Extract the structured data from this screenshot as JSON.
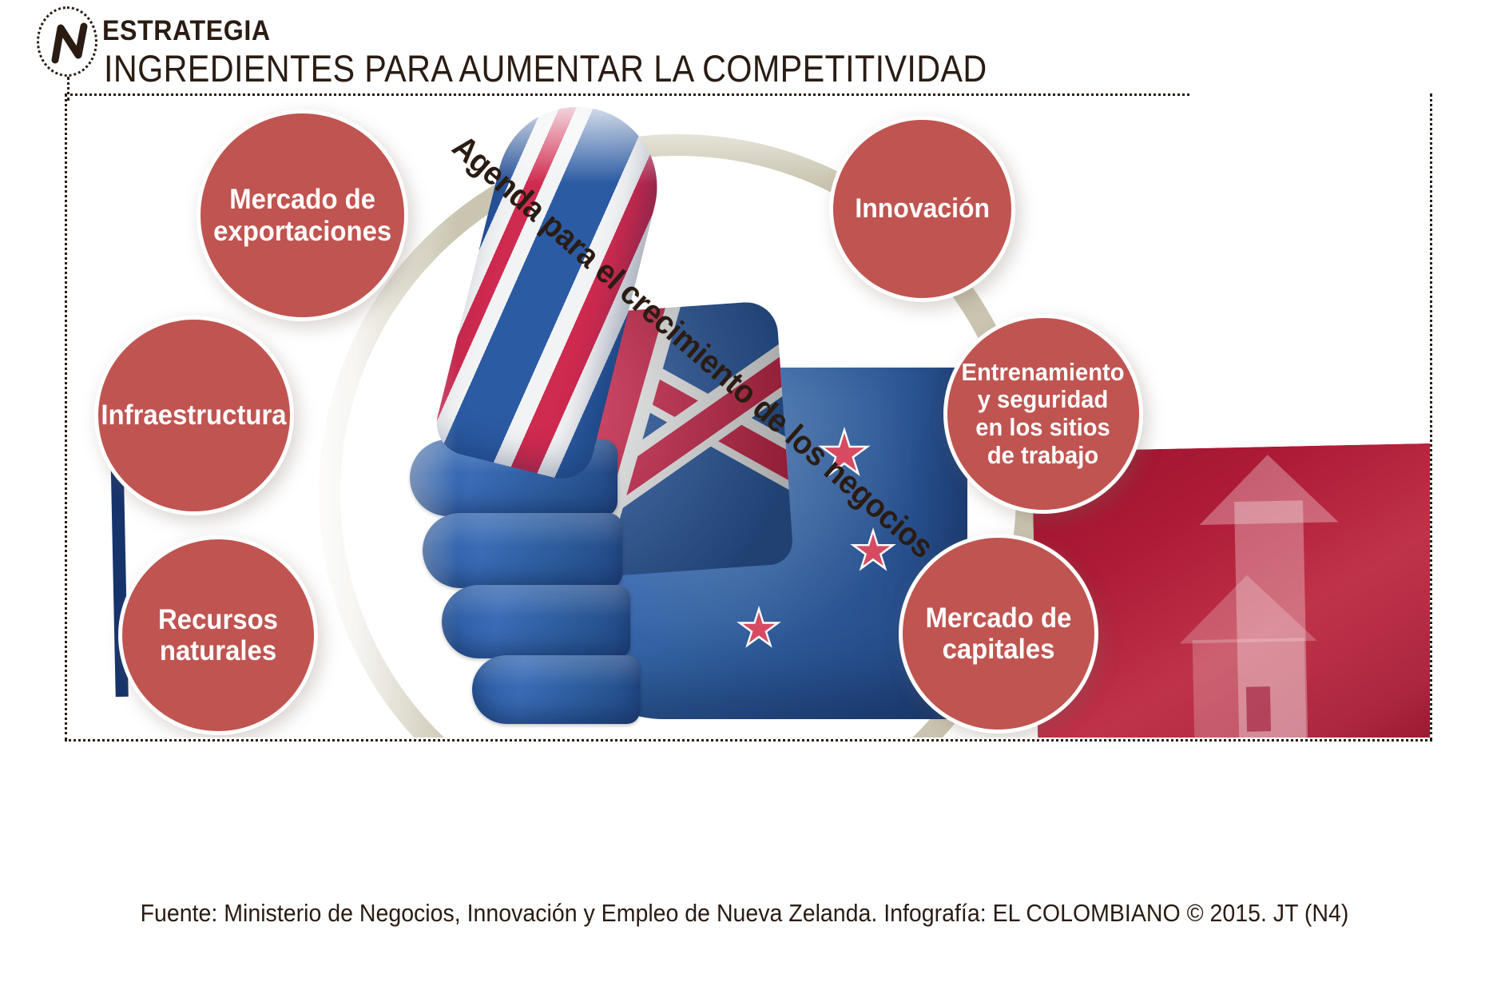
{
  "header": {
    "eyebrow": "ESTRATEGIA",
    "title": "INGREDIENTES PARA AUMENTAR LA COMPETITIVIDAD",
    "logo_icon": "compass-n-logo-icon"
  },
  "artwork": {
    "center_label": "Agenda para el crecimiento de los negocios",
    "flag_hand_icon": "new-zealand-flag-thumbs-up-hand-icon",
    "ring_icon": "beige-circle-ring-icon",
    "right_panel_icon": "red-building-arrow-panel-icon"
  },
  "bubbles": [
    {
      "id": "mercado-exportaciones",
      "label": "Mercado de exportaciones"
    },
    {
      "id": "infraestructura",
      "label": "Infraestructura"
    },
    {
      "id": "recursos-naturales",
      "label": "Recursos naturales"
    },
    {
      "id": "innovacion",
      "label": "Innovación"
    },
    {
      "id": "entrenamiento",
      "label": "Entrenamiento y seguridad en los sitios de trabajo"
    },
    {
      "id": "mercado-capitales",
      "label": "Mercado de capitales"
    }
  ],
  "footer": {
    "source": "Fuente: Ministerio de Negocios, Innovación y Empleo de Nueva Zelanda. Infografía: EL COLOMBIANO © 2015. JT (N4)"
  },
  "colors": {
    "bubble_red": "#bf5450",
    "ring_beige": "#cac5b0",
    "text_dark": "#2b1c13",
    "panel_red": "#ae1b36",
    "flag_blue": "#2d5da4",
    "flag_crimson": "#cf2a4f",
    "white": "#ffffff"
  }
}
